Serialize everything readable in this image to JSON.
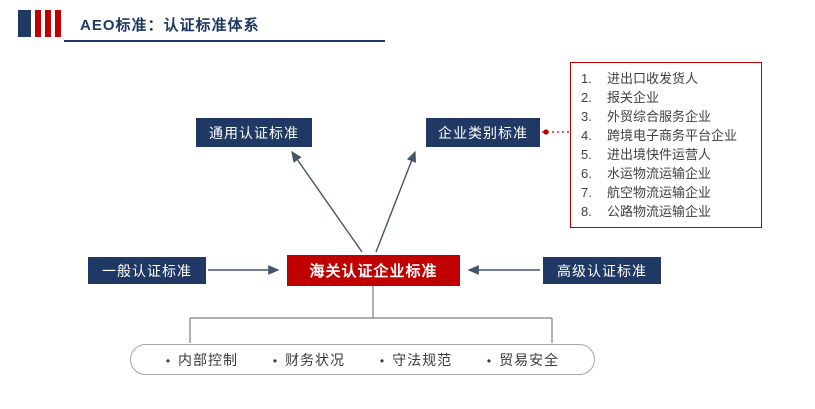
{
  "header": {
    "title": "AEO标准：认证标准体系"
  },
  "diagram": {
    "general_standard": "通用认证标准",
    "category_standard": "企业类别标准",
    "basic_standard": "一般认证标准",
    "center_standard": "海关认证企业标准",
    "advanced_standard": "高级认证标准"
  },
  "category_list": {
    "items": [
      {
        "num": "1.",
        "label": "进出口收发货人"
      },
      {
        "num": "2.",
        "label": "报关企业"
      },
      {
        "num": "3.",
        "label": "外贸综合服务企业"
      },
      {
        "num": "4.",
        "label": "跨境电子商务平台企业"
      },
      {
        "num": "5.",
        "label": "进出境快件运营人"
      },
      {
        "num": "6.",
        "label": "水运物流运输企业"
      },
      {
        "num": "7.",
        "label": "航空物流运输企业"
      },
      {
        "num": "8.",
        "label": "公路物流运输企业"
      }
    ]
  },
  "criteria": {
    "bullet": "•",
    "items": [
      {
        "label": "内部控制"
      },
      {
        "label": "财务状况"
      },
      {
        "label": "守法规范"
      },
      {
        "label": "贸易安全"
      }
    ]
  },
  "colors": {
    "navy": "#1f3864",
    "red": "#c00000",
    "arrow": "#44546a"
  }
}
